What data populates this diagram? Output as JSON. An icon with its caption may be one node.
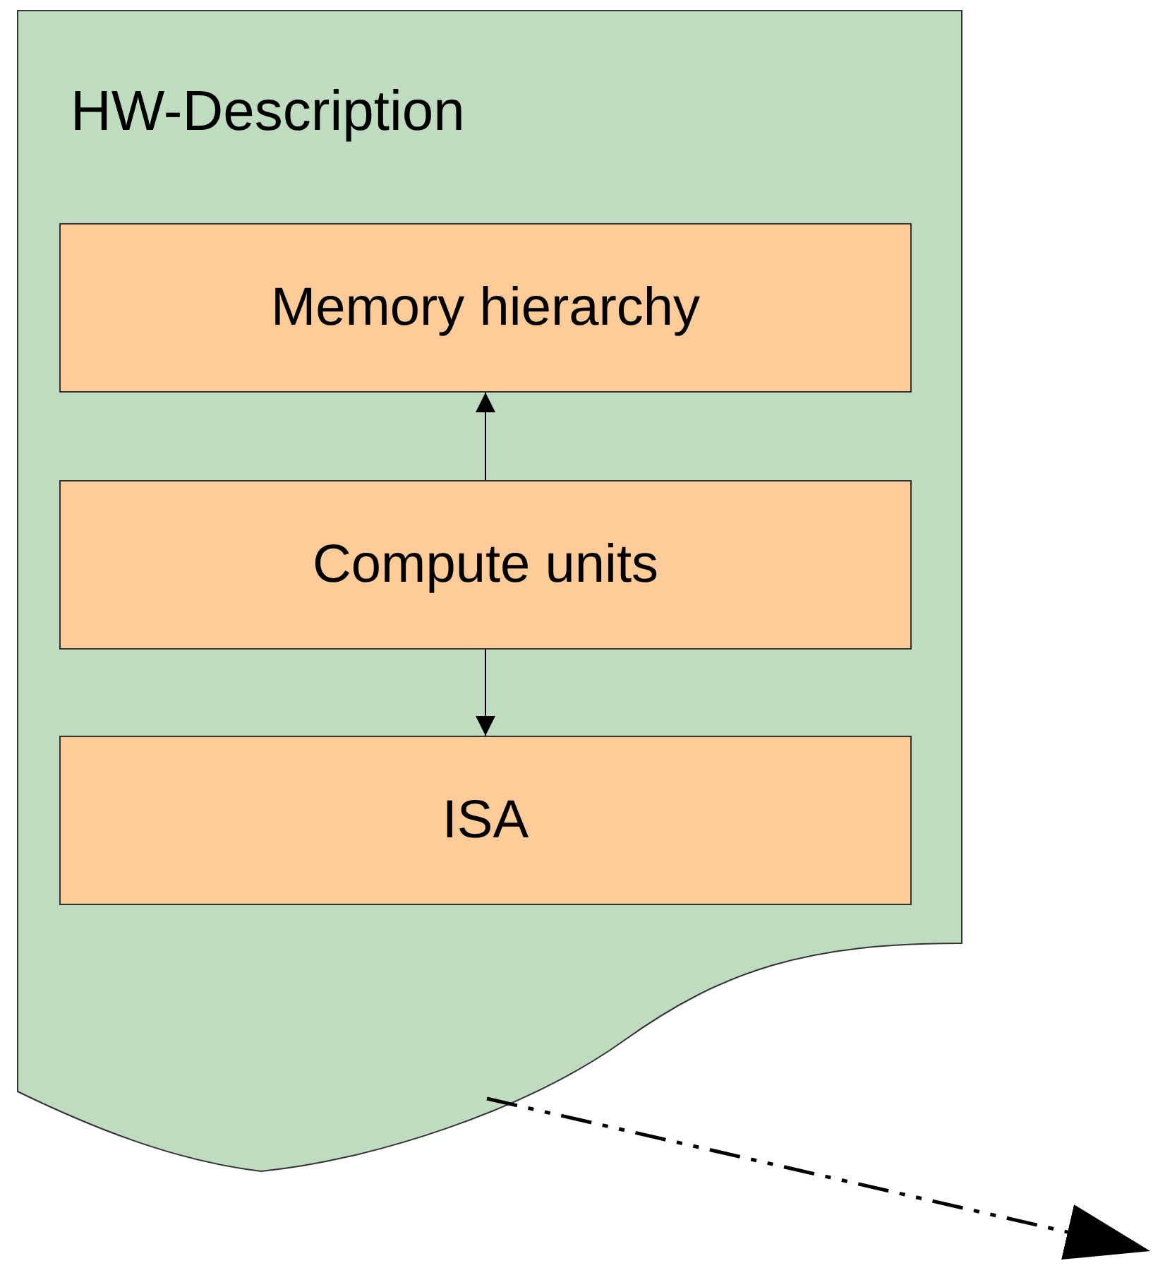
{
  "diagram": {
    "nodes": [
      {
        "text": [
          "HW-Description"
        ]
      },
      {
        "text": [
          "Memory hierarchy"
        ],
        "in": 0
      },
      {
        "text": [
          "Compute units"
        ],
        "in": 0
      },
      {
        "text": [
          "ISA"
        ],
        "in": 0
      }
    ],
    "edges": [
      {
        "from": 2,
        "to": 1,
        "arrow": "to"
      },
      {
        "from": 2,
        "to": 3,
        "arrow": "to"
      },
      {
        "from": 0,
        "to": null,
        "arrow": "to",
        "style": "dashed"
      }
    ]
  }
}
